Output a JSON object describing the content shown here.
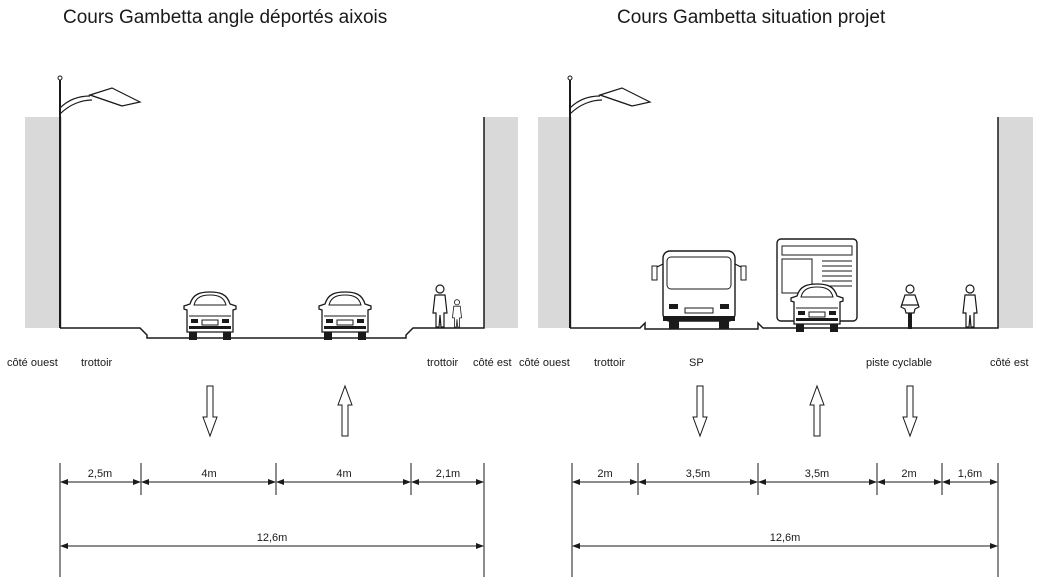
{
  "left": {
    "title": "Cours Gambetta angle déportés aixois",
    "labels": {
      "west_side": "côté ouest",
      "west_sidewalk": "trottoir",
      "east_sidewalk": "trottoir",
      "east_side": "côté est"
    },
    "segments": [
      "2,5m",
      "4m",
      "4m",
      "2,1m"
    ],
    "total": "12,6m"
  },
  "right": {
    "title": "Cours Gambetta situation projet",
    "labels": {
      "west_side": "côté ouest",
      "west_sidewalk": "trottoir",
      "bus_lane": "SP",
      "bike_lane": "piste cyclable",
      "east_side": "côté est"
    },
    "segments": [
      "2m",
      "3,5m",
      "3,5m",
      "2m",
      "1,6m"
    ],
    "total": "12,6m"
  },
  "colors": {
    "line": "#1a1a1a",
    "building": "#d9d9d9"
  }
}
